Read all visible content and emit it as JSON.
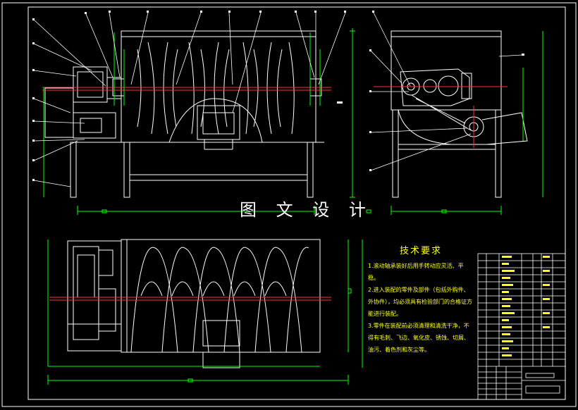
{
  "watermark": "图 文 设 计",
  "tech_requirements": {
    "heading": "技术要求",
    "items": [
      "1.滚动轴承装好后用手转动应灵活、平稳。",
      "2.进入装配的零件及部件（包括外购件、外协件），均必须具有检验部门的合格证方能进行装配。",
      "3.零件在装配前必须清理和清洗干净，不得有毛刺、飞边、氧化皮、锈蚀、切屑、油污、着色剂和灰尘等。"
    ]
  },
  "colors": {
    "background": "#000000",
    "outline": "#ffffff",
    "dimension": "#00ff00",
    "centerline": "#ff3333",
    "note_text": "#ffff22",
    "leader": "#ffffff"
  }
}
